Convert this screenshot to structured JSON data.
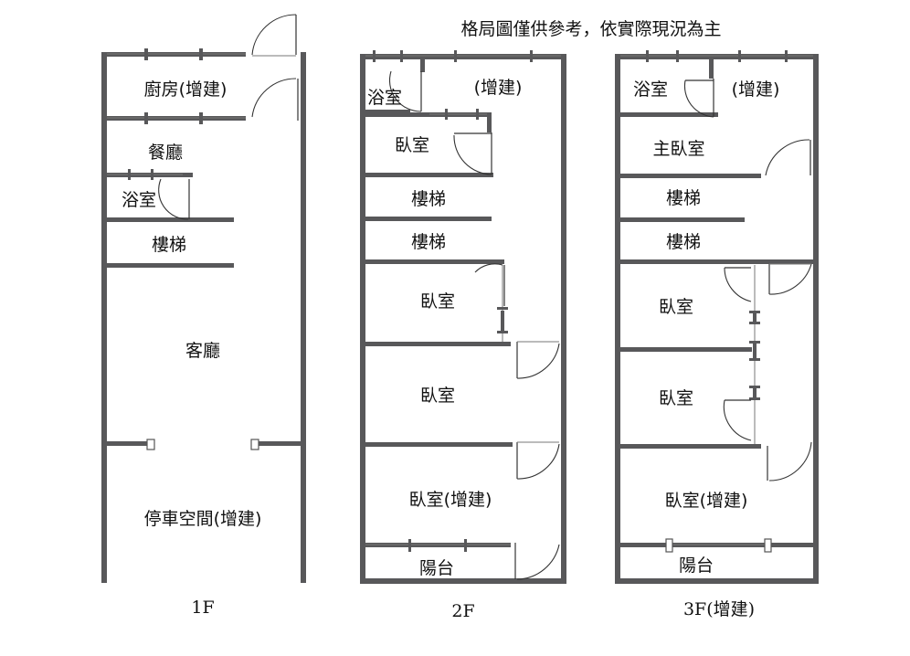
{
  "note": "格局圖僅供參考，依實際現況為主",
  "floors": {
    "f1": {
      "label": "1F",
      "rooms": {
        "kitchen": "廚房(增建)",
        "dining": "餐廳",
        "bath": "浴室",
        "stairs": "樓梯",
        "living": "客廳",
        "parking": "停車空間(增建)"
      }
    },
    "f2": {
      "label": "2F",
      "rooms": {
        "bath": "浴室",
        "addition": "(增建)",
        "bedroom1": "臥室",
        "stairs_up": "樓梯",
        "stairs_down": "樓梯",
        "bedroom2": "臥室",
        "bedroom3": "臥室",
        "bedroom4": "臥室(增建)",
        "balcony": "陽台"
      }
    },
    "f3": {
      "label": "3F(增建)",
      "rooms": {
        "bath": "浴室",
        "addition": "(增建)",
        "master": "主臥室",
        "stairs_up": "樓梯",
        "stairs_down": "樓梯",
        "bedroom1": "臥室",
        "bedroom2": "臥室",
        "bedroom3": "臥室(增建)",
        "balcony": "陽台"
      }
    }
  }
}
